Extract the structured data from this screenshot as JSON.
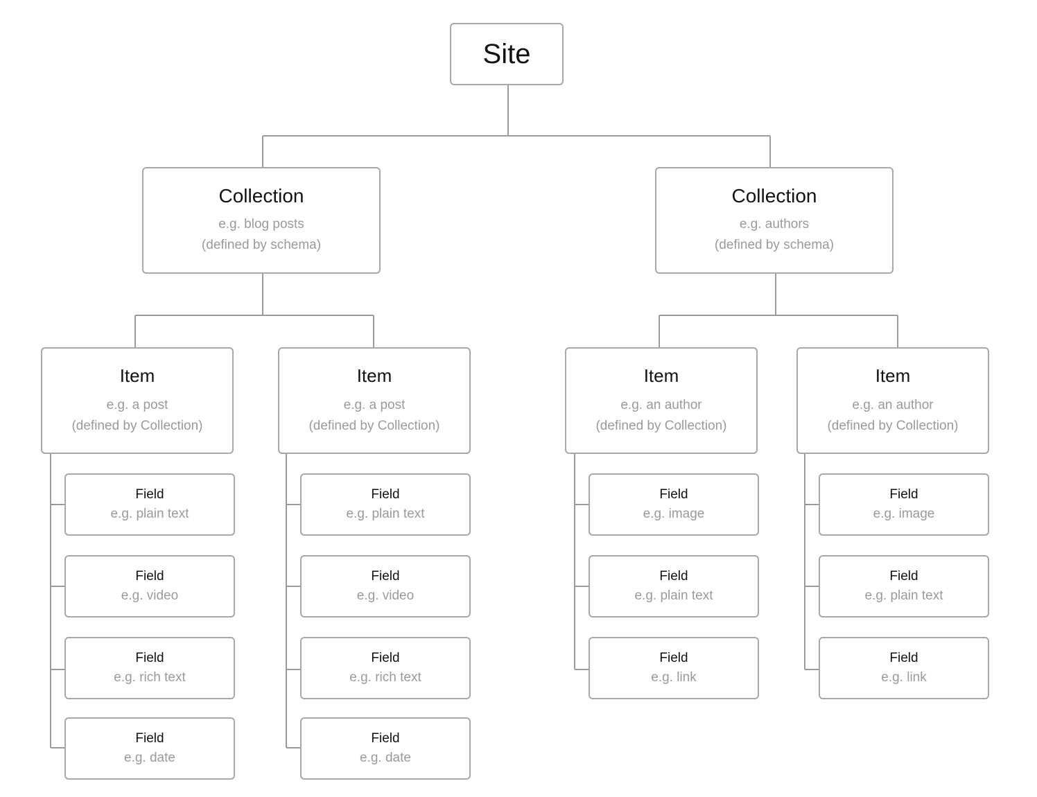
{
  "site": {
    "label": "Site"
  },
  "collections": [
    {
      "label": "Collection",
      "example": "e.g. blog posts",
      "note": "(defined by schema)",
      "items": [
        {
          "label": "Item",
          "example": "e.g. a post",
          "note": "(defined by Collection)",
          "fields": [
            {
              "label": "Field",
              "example": "e.g. plain text"
            },
            {
              "label": "Field",
              "example": "e.g. video"
            },
            {
              "label": "Field",
              "example": "e.g. rich text"
            },
            {
              "label": "Field",
              "example": "e.g. date"
            }
          ]
        },
        {
          "label": "Item",
          "example": "e.g. a post",
          "note": "(defined by Collection)",
          "fields": [
            {
              "label": "Field",
              "example": "e.g. plain text"
            },
            {
              "label": "Field",
              "example": "e.g. video"
            },
            {
              "label": "Field",
              "example": "e.g. rich text"
            },
            {
              "label": "Field",
              "example": "e.g. date"
            }
          ]
        }
      ]
    },
    {
      "label": "Collection",
      "example": "e.g. authors",
      "note": "(defined by schema)",
      "items": [
        {
          "label": "Item",
          "example": "e.g. an author",
          "note": "(defined by Collection)",
          "fields": [
            {
              "label": "Field",
              "example": "e.g. image"
            },
            {
              "label": "Field",
              "example": "e.g. plain text"
            },
            {
              "label": "Field",
              "example": "e.g. link"
            }
          ]
        },
        {
          "label": "Item",
          "example": "e.g. an author",
          "note": "(defined by Collection)",
          "fields": [
            {
              "label": "Field",
              "example": "e.g. image"
            },
            {
              "label": "Field",
              "example": "e.g. plain text"
            },
            {
              "label": "Field",
              "example": "e.g. link"
            }
          ]
        }
      ]
    }
  ],
  "colors": {
    "border": "#a8a8a8",
    "line": "#9a9a9a",
    "title": "#111111",
    "subtext": "#9a9a9a"
  }
}
